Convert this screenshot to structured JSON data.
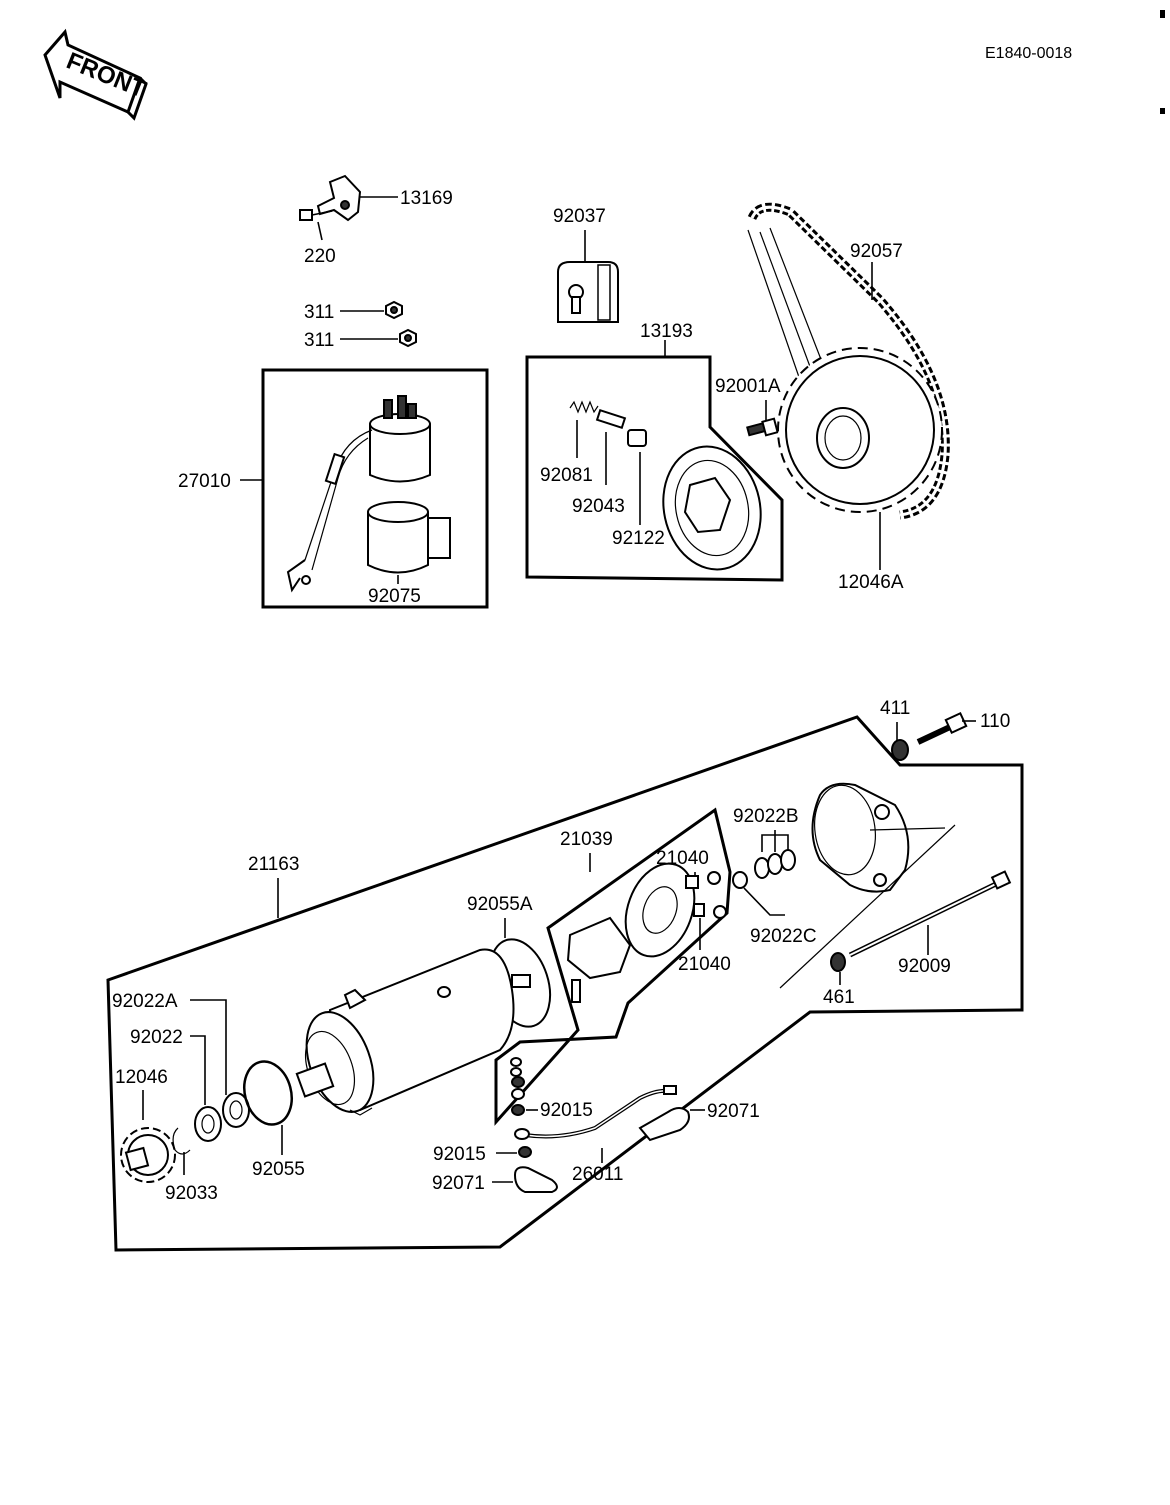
{
  "diagram_code": "E1840-0018",
  "front_badge": "FRONT",
  "labels": {
    "p13169": "13169",
    "p220": "220",
    "p311a": "311",
    "p311b": "311",
    "p27010": "27010",
    "p92075": "92075",
    "p92037": "92037",
    "p13193": "13193",
    "p92081": "92081",
    "p92043": "92043",
    "p92122": "92122",
    "p92001A": "92001A",
    "p92057": "92057",
    "p12046A": "12046A",
    "p411": "411",
    "p110": "110",
    "p21163": "21163",
    "p21039": "21039",
    "p21040a": "21040",
    "p21040b": "21040",
    "p92022B": "92022B",
    "p92022C": "92022C",
    "p92055A": "92055A",
    "p92009": "92009",
    "p461": "461",
    "p92022A": "92022A",
    "p92022": "92022",
    "p12046": "12046",
    "p92033": "92033",
    "p92055": "92055",
    "p92015a": "92015",
    "p92015b": "92015",
    "p92071a": "92071",
    "p92071b": "92071",
    "p26011": "26011"
  }
}
